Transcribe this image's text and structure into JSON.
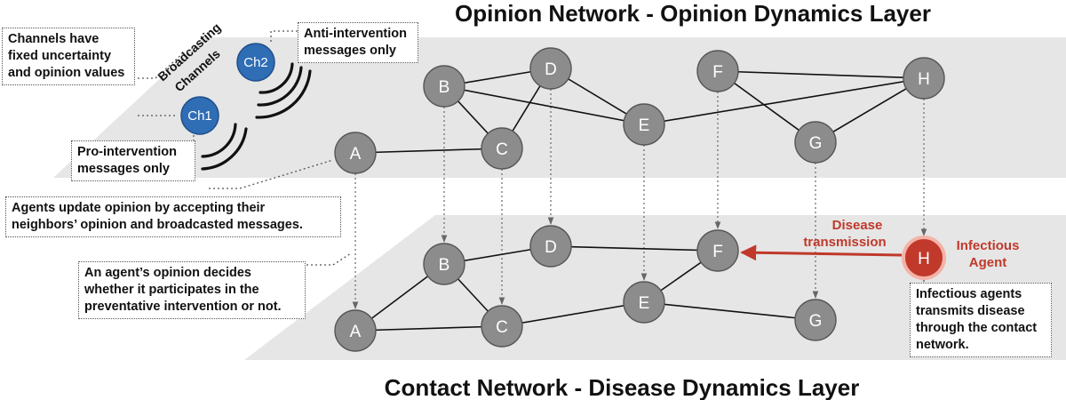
{
  "titles": {
    "top": "Opinion Network - Opinion Dynamics Layer",
    "bottom": "Contact Network - Disease Dynamics Layer"
  },
  "channels": {
    "group_label_1": "Broadcasting",
    "group_label_2": "Channels",
    "ch1": "Ch1",
    "ch2": "Ch2"
  },
  "notes": {
    "channels_fixed": [
      "Channels have",
      "fixed uncertainty",
      "and opinion values"
    ],
    "anti": [
      "Anti-intervention",
      "messages only"
    ],
    "pro": [
      "Pro-intervention",
      "messages only"
    ],
    "update": [
      "Agents update opinion by accepting their",
      "neighbors’ opinion and broadcasted messages."
    ],
    "decides": [
      "An agent’s opinion decides",
      "whether it participates in the",
      "preventative intervention or not."
    ],
    "infectious": [
      "Infectious agents",
      "transmits disease",
      "through the contact",
      "network."
    ]
  },
  "disease": {
    "transmission_1": "Disease",
    "transmission_2": "transmission",
    "agent_1": "Infectious",
    "agent_2": "Agent"
  },
  "opinion_nodes": {
    "A": "A",
    "B": "B",
    "C": "C",
    "D": "D",
    "E": "E",
    "F": "F",
    "G": "G",
    "H": "H"
  },
  "contact_nodes": {
    "A": "A",
    "B": "B",
    "C": "C",
    "D": "D",
    "E": "E",
    "F": "F",
    "G": "G",
    "H": "H"
  },
  "opinion_edges": [
    [
      "A",
      "C"
    ],
    [
      "B",
      "C"
    ],
    [
      "B",
      "D"
    ],
    [
      "B",
      "E"
    ],
    [
      "C",
      "D"
    ],
    [
      "D",
      "E"
    ],
    [
      "E",
      "H"
    ],
    [
      "F",
      "H"
    ],
    [
      "F",
      "G"
    ],
    [
      "G",
      "H"
    ]
  ],
  "contact_edges": [
    [
      "A",
      "B"
    ],
    [
      "A",
      "C"
    ],
    [
      "B",
      "C"
    ],
    [
      "B",
      "D"
    ],
    [
      "D",
      "F"
    ],
    [
      "C",
      "E"
    ],
    [
      "E",
      "F"
    ],
    [
      "E",
      "G"
    ]
  ],
  "colors": {
    "node": "#8c8c8c",
    "channel": "#2f6db5",
    "infectious": "#c0392b",
    "plane": "#e6e6e6"
  }
}
